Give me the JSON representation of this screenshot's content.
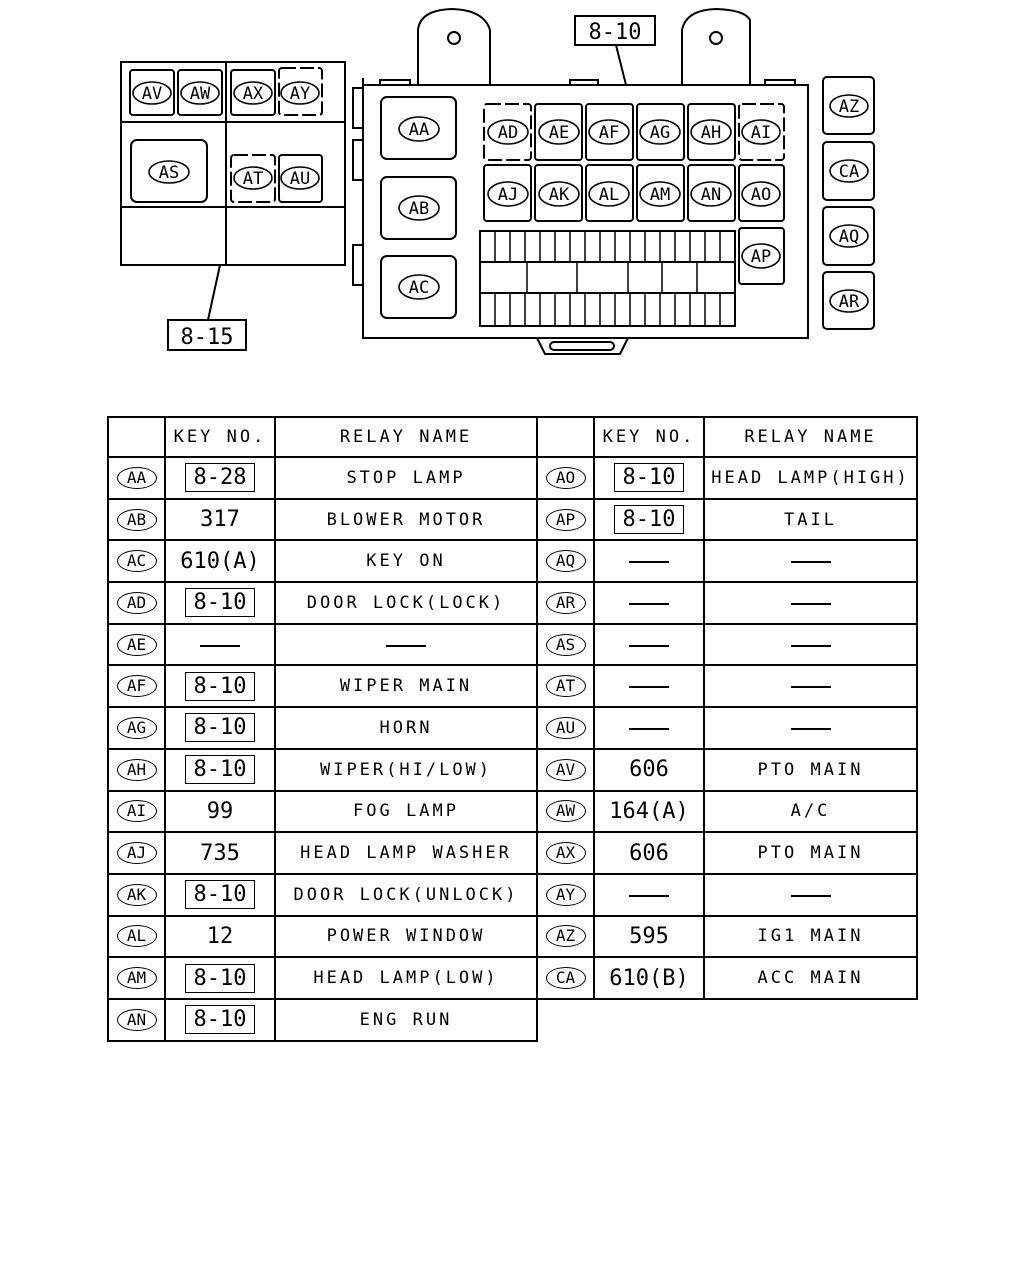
{
  "diagram": {
    "block_815_label": "8-15",
    "block_810_label": "8-10",
    "block_815_positions": [
      "AV",
      "AW",
      "AX",
      "AY",
      "AS",
      "AT",
      "AU"
    ],
    "block_810_positions": [
      "AA",
      "AB",
      "AC",
      "AD",
      "AE",
      "AF",
      "AG",
      "AH",
      "AI",
      "AJ",
      "AK",
      "AL",
      "AM",
      "AN",
      "AO",
      "AP"
    ],
    "side_positions": [
      "AZ",
      "CA",
      "AQ",
      "AR"
    ]
  },
  "table": {
    "headers": {
      "key": "KEY NO.",
      "relay": "RELAY NAME"
    },
    "left_rows": [
      {
        "code": "AA",
        "key": "8-28",
        "key_boxed": true,
        "name": "STOP LAMP"
      },
      {
        "code": "AB",
        "key": "317",
        "key_boxed": false,
        "name": "BLOWER MOTOR"
      },
      {
        "code": "AC",
        "key": "610(A)",
        "key_boxed": false,
        "name": "KEY ON"
      },
      {
        "code": "AD",
        "key": "8-10",
        "key_boxed": true,
        "name": "DOOR LOCK(LOCK)"
      },
      {
        "code": "AE",
        "key": "",
        "key_boxed": false,
        "name": ""
      },
      {
        "code": "AF",
        "key": "8-10",
        "key_boxed": true,
        "name": "WIPER MAIN"
      },
      {
        "code": "AG",
        "key": "8-10",
        "key_boxed": true,
        "name": "HORN"
      },
      {
        "code": "AH",
        "key": "8-10",
        "key_boxed": true,
        "name": "WIPER(HI/LOW)"
      },
      {
        "code": "AI",
        "key": "99",
        "key_boxed": false,
        "name": "FOG LAMP"
      },
      {
        "code": "AJ",
        "key": "735",
        "key_boxed": false,
        "name": "HEAD LAMP WASHER"
      },
      {
        "code": "AK",
        "key": "8-10",
        "key_boxed": true,
        "name": "DOOR LOCK(UNLOCK)"
      },
      {
        "code": "AL",
        "key": "12",
        "key_boxed": false,
        "name": "POWER WINDOW"
      },
      {
        "code": "AM",
        "key": "8-10",
        "key_boxed": true,
        "name": "HEAD LAMP(LOW)"
      },
      {
        "code": "AN",
        "key": "8-10",
        "key_boxed": true,
        "name": "ENG RUN"
      }
    ],
    "right_rows": [
      {
        "code": "AO",
        "key": "8-10",
        "key_boxed": true,
        "name": "HEAD LAMP(HIGH)"
      },
      {
        "code": "AP",
        "key": "8-10",
        "key_boxed": true,
        "name": "TAIL"
      },
      {
        "code": "AQ",
        "key": "",
        "key_boxed": false,
        "name": ""
      },
      {
        "code": "AR",
        "key": "",
        "key_boxed": false,
        "name": ""
      },
      {
        "code": "AS",
        "key": "",
        "key_boxed": false,
        "name": ""
      },
      {
        "code": "AT",
        "key": "",
        "key_boxed": false,
        "name": ""
      },
      {
        "code": "AU",
        "key": "",
        "key_boxed": false,
        "name": ""
      },
      {
        "code": "AV",
        "key": "606",
        "key_boxed": false,
        "name": "PTO MAIN"
      },
      {
        "code": "AW",
        "key": "164(A)",
        "key_boxed": false,
        "name": "A/C"
      },
      {
        "code": "AX",
        "key": "606",
        "key_boxed": false,
        "name": "PTO MAIN"
      },
      {
        "code": "AY",
        "key": "",
        "key_boxed": false,
        "name": ""
      },
      {
        "code": "AZ",
        "key": "595",
        "key_boxed": false,
        "name": "IG1 MAIN"
      },
      {
        "code": "CA",
        "key": "610(B)",
        "key_boxed": false,
        "name": "ACC MAIN"
      }
    ]
  }
}
